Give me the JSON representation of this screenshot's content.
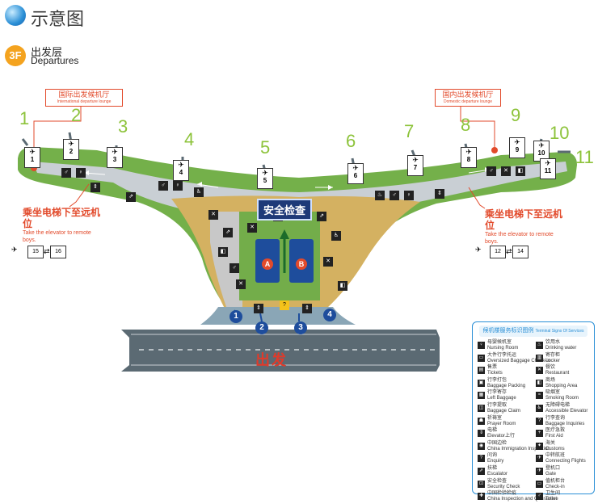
{
  "header": {
    "title": "示意图"
  },
  "floor": {
    "badge": "3F",
    "name_cn": "出发层",
    "name_en": "Departures"
  },
  "lounges": [
    {
      "id": "intl",
      "cn": "国际出发候机厅",
      "en": "International departure lounge"
    },
    {
      "id": "dom",
      "cn": "国内出发候机厅",
      "en": "Domestic departure lounge"
    }
  ],
  "gates": [
    "1",
    "2",
    "3",
    "4",
    "5",
    "6",
    "7",
    "8",
    "9",
    "10",
    "11"
  ],
  "elevator_notes": [
    {
      "cn": "乘坐电梯下至远机位",
      "en": "Take the elevator to remote boys.",
      "remote_a": "15",
      "remote_b": "16"
    },
    {
      "cn": "乘坐电梯下至远机位",
      "en": "Take the elevator to remote boys.",
      "remote_a": "12",
      "remote_b": "14"
    }
  ],
  "security": {
    "label": "安全检查",
    "zone_a": "A",
    "zone_b": "B"
  },
  "bottom_gates": [
    "1",
    "2",
    "3",
    "4"
  ],
  "departure_label": "出发",
  "legend": {
    "title": "候机楼服务标识图例",
    "subtitle": "Terminal Signs Of Services",
    "left": [
      {
        "icon": "nursing-room-icon",
        "glyph": "♀",
        "cn": "母婴候机室",
        "en": "Nursing Room"
      },
      {
        "icon": "oversized-baggage-icon",
        "glyph": "▭",
        "cn": "大件行李托运",
        "en": "Oversized Baggage Check-in"
      },
      {
        "icon": "tickets-icon",
        "glyph": "▤",
        "cn": "售票",
        "en": "Tickets"
      },
      {
        "icon": "baggage-packing-icon",
        "glyph": "▣",
        "cn": "行李打包",
        "en": "Baggage Packing"
      },
      {
        "icon": "left-baggage-icon",
        "glyph": "▦",
        "cn": "行李寄存",
        "en": "Left Baggage"
      },
      {
        "icon": "baggage-claim-icon",
        "glyph": "◫",
        "cn": "行李提取",
        "en": "Baggage Claim"
      },
      {
        "icon": "prayer-room-icon",
        "glyph": "☗",
        "cn": "祈祷室",
        "en": "Prayer Room"
      },
      {
        "icon": "elevator-icon",
        "glyph": "⇕",
        "cn": "电梯",
        "en": "Elevator上行"
      },
      {
        "icon": "immigration-inspection-icon",
        "glyph": "◉",
        "cn": "中国边检",
        "en": "China Immigration Inspection"
      },
      {
        "icon": "enquiry-icon",
        "glyph": "?",
        "cn": "问询",
        "en": "Enquiry"
      },
      {
        "icon": "escalator-icon",
        "glyph": "⇗",
        "cn": "扶梯",
        "en": "Escalator"
      },
      {
        "icon": "security-check-icon",
        "glyph": "⊡",
        "cn": "安全检查",
        "en": "Security Check"
      },
      {
        "icon": "quarantine-icon",
        "glyph": "✚",
        "cn": "中国检验检疫",
        "en": "China Inspection and Quarantine"
      }
    ],
    "right": [
      {
        "icon": "drinking-water-icon",
        "glyph": "♨",
        "cn": "饮用水",
        "en": "Drinking water"
      },
      {
        "icon": "locker-icon",
        "glyph": "▥",
        "cn": "寄存柜",
        "en": "Locker"
      },
      {
        "icon": "restaurant-icon",
        "glyph": "✕",
        "cn": "餐饮",
        "en": "Restaurant"
      },
      {
        "icon": "shopping-area-icon",
        "glyph": "◧",
        "cn": "商场",
        "en": "Shopping Area"
      },
      {
        "icon": "smoking-room-icon",
        "glyph": "≈",
        "cn": "吸烟室",
        "en": "Smoking Room"
      },
      {
        "icon": "accessible-elevator-icon",
        "glyph": "♿",
        "cn": "无障碍电梯",
        "en": "Accessible Elevator"
      },
      {
        "icon": "baggage-inquiries-icon",
        "glyph": "?",
        "cn": "行李查询",
        "en": "Baggage Inquiries"
      },
      {
        "icon": "first-aid-icon",
        "glyph": "+",
        "cn": "医疗急救",
        "en": "First Aid"
      },
      {
        "icon": "customs-icon",
        "glyph": "✦",
        "cn": "海关",
        "en": "Customs"
      },
      {
        "icon": "connecting-flights-icon",
        "glyph": "✈",
        "cn": "中转航班",
        "en": "Connecting Flights"
      },
      {
        "icon": "gate-icon",
        "glyph": "✈",
        "cn": "登机口",
        "en": "Gate"
      },
      {
        "icon": "check-in-icon",
        "glyph": "▭",
        "cn": "值机柜台",
        "en": "Check-in"
      },
      {
        "icon": "toilet-icon",
        "glyph": "♂",
        "cn": "卫生间",
        "en": "Toilet"
      }
    ]
  }
}
